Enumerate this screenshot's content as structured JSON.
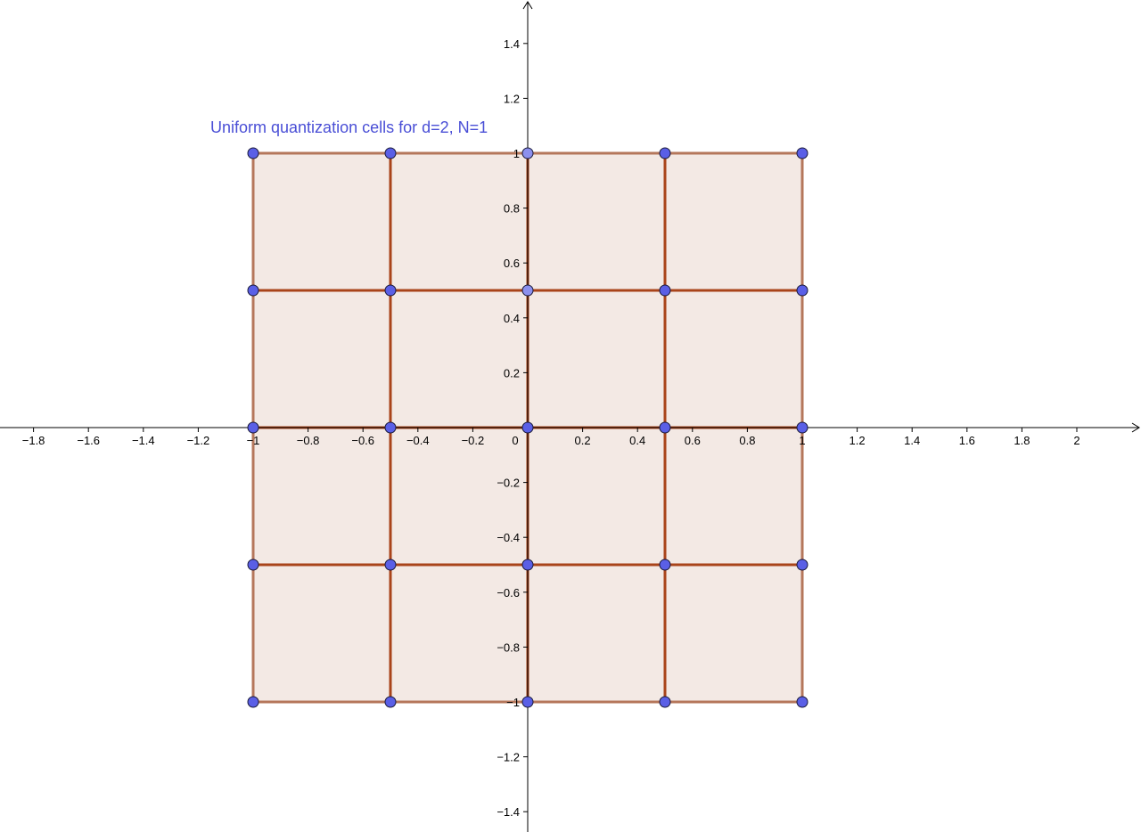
{
  "title": "Uniform quantization cells for d=2, N=1",
  "colors": {
    "background": "#ffffff",
    "axis": "#000000",
    "cell_fill": "#f3e9e4",
    "cell_border": "#b5775b",
    "grid_line": "#a9441a",
    "point_fill": "#5a5fe6",
    "point_fill_light": "#8c90ee",
    "point_stroke": "#1a1a3a",
    "title": "#4a4fd6"
  },
  "axes": {
    "x_range": [
      -2.0,
      2.25
    ],
    "y_range": [
      -1.49,
      1.55
    ],
    "x_tick_labels": [
      "−1.8",
      "−1.6",
      "−1.4",
      "−1.2",
      "−1",
      "−0.8",
      "−0.6",
      "−0.4",
      "−0.2",
      "0",
      "0.2",
      "0.4",
      "0.6",
      "0.8",
      "1",
      "1.2",
      "1.4",
      "1.6",
      "1.8",
      "2"
    ],
    "x_tick_values": [
      -1.8,
      -1.6,
      -1.4,
      -1.2,
      -1,
      -0.8,
      -0.6,
      -0.4,
      -0.2,
      0,
      0.2,
      0.4,
      0.6,
      0.8,
      1,
      1.2,
      1.4,
      1.6,
      1.8,
      2
    ],
    "y_tick_labels": [
      "1.4",
      "1.2",
      "1",
      "0.8",
      "0.6",
      "0.4",
      "0.2",
      "−0.2",
      "−0.4",
      "−0.6",
      "−0.8",
      "−1",
      "−1.2",
      "−1.4"
    ],
    "y_tick_values": [
      1.4,
      1.2,
      1,
      0.8,
      0.6,
      0.4,
      0.2,
      -0.2,
      -0.4,
      -0.6,
      -0.8,
      -1,
      -1.2,
      -1.4
    ]
  },
  "cells": {
    "x_bounds": [
      -1,
      -0.5,
      0,
      0.5,
      1
    ],
    "y_bounds": [
      -1,
      -0.5,
      0,
      0.5,
      1
    ]
  },
  "points": {
    "xs": [
      -1,
      -0.5,
      0,
      0.5,
      1
    ],
    "ys": [
      -1,
      -0.5,
      0,
      0.5,
      1
    ],
    "light": [
      [
        0,
        1
      ],
      [
        0,
        0.5
      ]
    ]
  }
}
